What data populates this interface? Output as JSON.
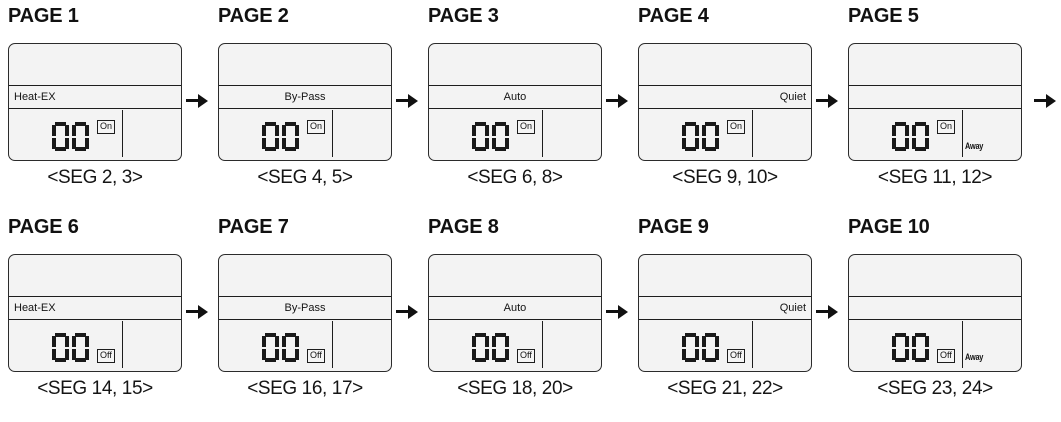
{
  "diagram": {
    "title": "Remote controller LCD page sequence",
    "rows": [
      {
        "row_id": "row-1",
        "pages": [
          {
            "title": "PAGE 1",
            "mode_text": "Heat-EX",
            "mode_align": "align-left",
            "digits": "00",
            "power_badge": "On",
            "badge_state": "on",
            "away_label": "",
            "seg_caption": "<SEG 2, 3>",
            "arrow_after": true
          },
          {
            "title": "PAGE 2",
            "mode_text": "By-Pass",
            "mode_align": "align-center",
            "digits": "00",
            "power_badge": "On",
            "badge_state": "on",
            "away_label": "",
            "seg_caption": "<SEG 4, 5>",
            "arrow_after": true
          },
          {
            "title": "PAGE 3",
            "mode_text": "Auto",
            "mode_align": "align-center",
            "digits": "00",
            "power_badge": "On",
            "badge_state": "on",
            "away_label": "",
            "seg_caption": "<SEG 6, 8>",
            "arrow_after": true
          },
          {
            "title": "PAGE 4",
            "mode_text": "Quiet",
            "mode_align": "align-right",
            "digits": "00",
            "power_badge": "On",
            "badge_state": "on",
            "away_label": "",
            "seg_caption": "<SEG 9, 10>",
            "arrow_after": true
          },
          {
            "title": "PAGE 5",
            "mode_text": "",
            "mode_align": "align-right",
            "digits": "00",
            "power_badge": "On",
            "badge_state": "on",
            "away_label": "Away",
            "seg_caption": "<SEG 11, 12>",
            "arrow_after": true
          }
        ]
      },
      {
        "row_id": "row-2",
        "pages": [
          {
            "title": "PAGE 6",
            "mode_text": "Heat-EX",
            "mode_align": "align-left",
            "digits": "00",
            "power_badge": "Off",
            "badge_state": "off",
            "away_label": "",
            "seg_caption": "<SEG 14, 15>",
            "arrow_after": true
          },
          {
            "title": "PAGE 7",
            "mode_text": "By-Pass",
            "mode_align": "align-center",
            "digits": "00",
            "power_badge": "Off",
            "badge_state": "off",
            "away_label": "",
            "seg_caption": "<SEG 16, 17>",
            "arrow_after": true
          },
          {
            "title": "PAGE 8",
            "mode_text": "Auto",
            "mode_align": "align-center",
            "digits": "00",
            "power_badge": "Off",
            "badge_state": "off",
            "away_label": "",
            "seg_caption": "<SEG 18, 20>",
            "arrow_after": true
          },
          {
            "title": "PAGE 9",
            "mode_text": "Quiet",
            "mode_align": "align-right",
            "digits": "00",
            "power_badge": "Off",
            "badge_state": "off",
            "away_label": "",
            "seg_caption": "<SEG 21, 22>",
            "arrow_after": true
          },
          {
            "title": "PAGE 10",
            "mode_text": "",
            "mode_align": "align-right",
            "digits": "00",
            "power_badge": "Off",
            "badge_state": "off",
            "away_label": "Away",
            "seg_caption": "<SEG 23, 24>",
            "arrow_after": false
          }
        ]
      }
    ],
    "icons": {
      "arrow": "arrow-right-icon"
    },
    "colors": {
      "ink": "#1a1a1a",
      "panel_fill": "#f3f3f3",
      "panel_border": "#2b2b2b",
      "segment": "#191919",
      "page_background": "#ffffff"
    }
  }
}
